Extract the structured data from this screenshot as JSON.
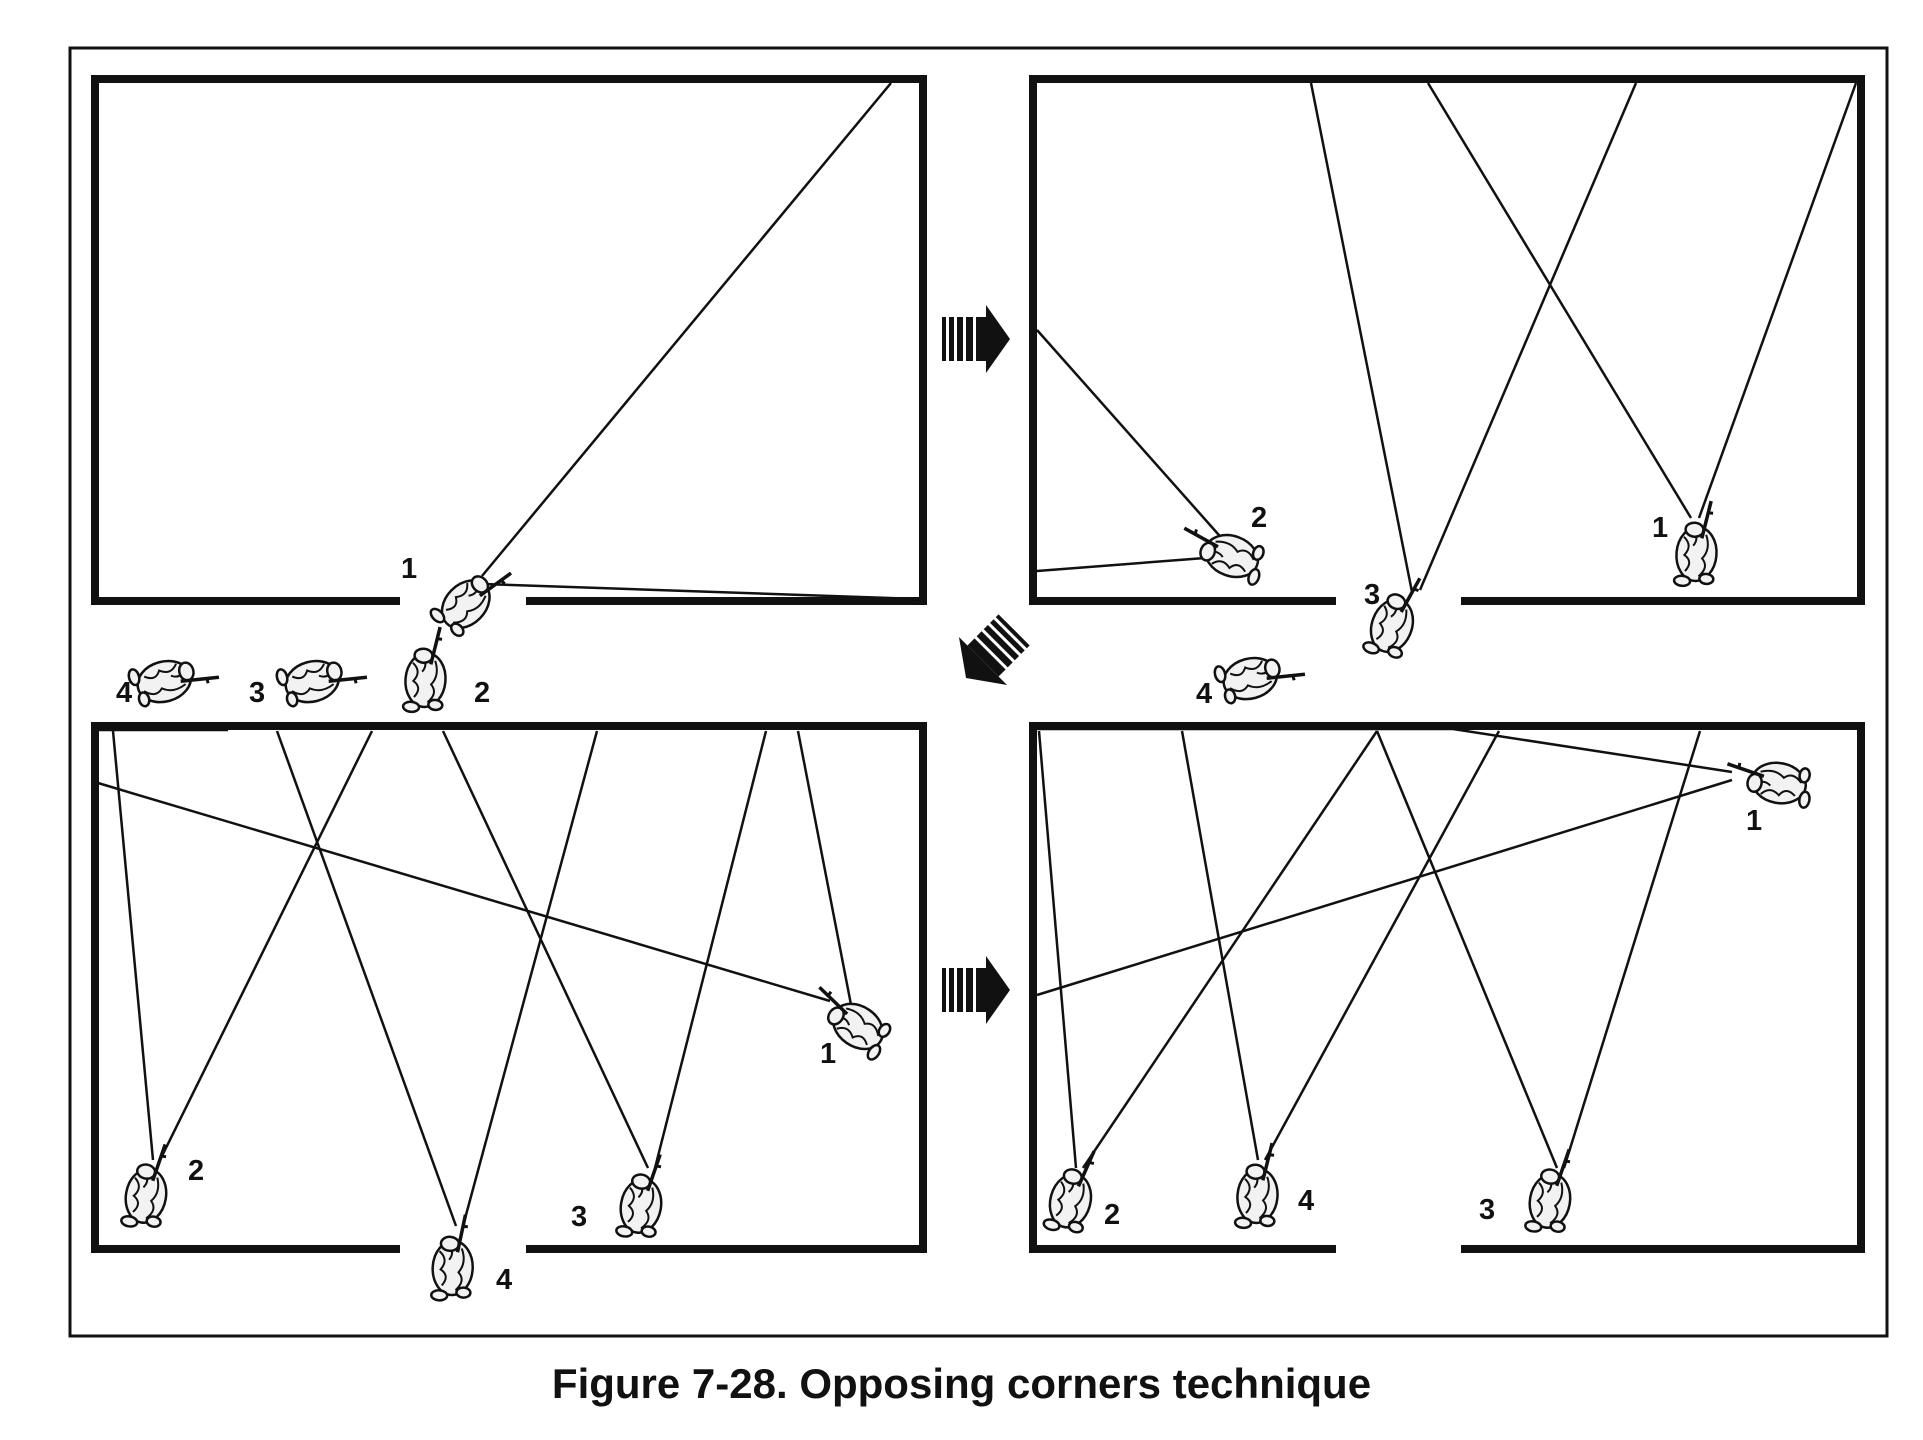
{
  "caption": "Figure 7-28. Opposing corners technique",
  "soldier_labels": [
    "1",
    "2",
    "3",
    "4"
  ],
  "colors": {
    "ink": "#111111",
    "soldier_fill": "#f2f2f2",
    "background": "#ffffff"
  },
  "icons": {
    "soldier": "soldier-icon",
    "arrow": "striped-arrow-icon"
  }
}
